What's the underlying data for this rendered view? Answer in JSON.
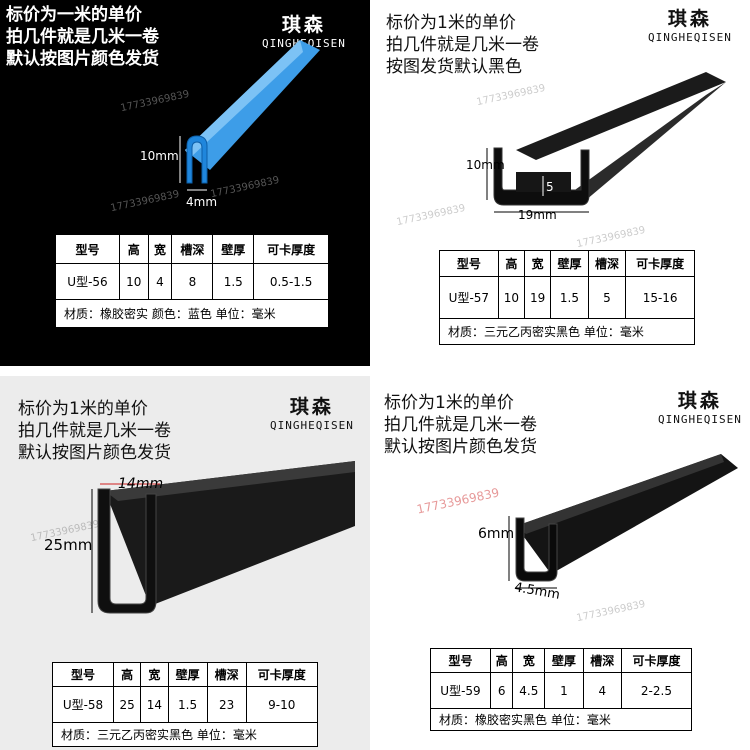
{
  "panels": [
    {
      "promo": [
        "标价为一米的单价",
        "拍几件就是几米一卷",
        "默认按图片颜色发货"
      ],
      "brand_cn": "琪森",
      "brand_en": "QINGHEQISEN",
      "watermark": "17733969839",
      "dims": {
        "height": "10mm",
        "width": "4mm"
      },
      "headers": [
        "型号",
        "高",
        "宽",
        "槽深",
        "壁厚",
        "可卡厚度"
      ],
      "row": [
        "U型-56",
        "10",
        "4",
        "8",
        "1.5",
        "0.5-1.5"
      ],
      "note": "材质：橡胶密实 颜色：蓝色 单位：毫米",
      "product_color": "#2a8fe0"
    },
    {
      "promo": [
        "标价为1米的单价",
        "拍几件就是几米一卷",
        "按图发货默认黑色"
      ],
      "brand_cn": "琪森",
      "brand_en": "QINGHEQISEN",
      "watermark": "17733969839",
      "dims": {
        "height": "10mm",
        "width": "19mm",
        "depth": "5"
      },
      "headers": [
        "型号",
        "高",
        "宽",
        "壁厚",
        "槽深",
        "可卡厚度"
      ],
      "row": [
        "U型-57",
        "10",
        "19",
        "1.5",
        "5",
        "15-16"
      ],
      "note": "材质：三元乙丙密实黑色 单位：毫米",
      "product_color": "#111111"
    },
    {
      "promo": [
        "标价为1米的单价",
        "拍几件就是几米一卷",
        "默认按图片颜色发货"
      ],
      "brand_cn": "琪森",
      "brand_en": "QINGHEQISEN",
      "watermark": "17733969839",
      "dims": {
        "height": "25mm",
        "width": "14mm"
      },
      "headers": [
        "型号",
        "高",
        "宽",
        "壁厚",
        "槽深",
        "可卡厚度"
      ],
      "row": [
        "U型-58",
        "25",
        "14",
        "1.5",
        "23",
        "9-10"
      ],
      "note": "材质：三元乙丙密实黑色 单位：毫米",
      "product_color": "#111111"
    },
    {
      "promo": [
        "标价为1米的单价",
        "拍几件就是几米一卷",
        "默认按图片颜色发货"
      ],
      "brand_cn": "琪森",
      "brand_en": "QINGHEQISEN",
      "watermark": "17733969839",
      "dims": {
        "height": "6mm",
        "width": "4.5mm"
      },
      "headers": [
        "型号",
        "高",
        "宽",
        "壁厚",
        "槽深",
        "可卡厚度"
      ],
      "row": [
        "U型-59",
        "6",
        "4.5",
        "1",
        "4",
        "2-2.5"
      ],
      "note": "材质：橡胶密实黑色 单位：毫米",
      "product_color": "#111111"
    }
  ]
}
